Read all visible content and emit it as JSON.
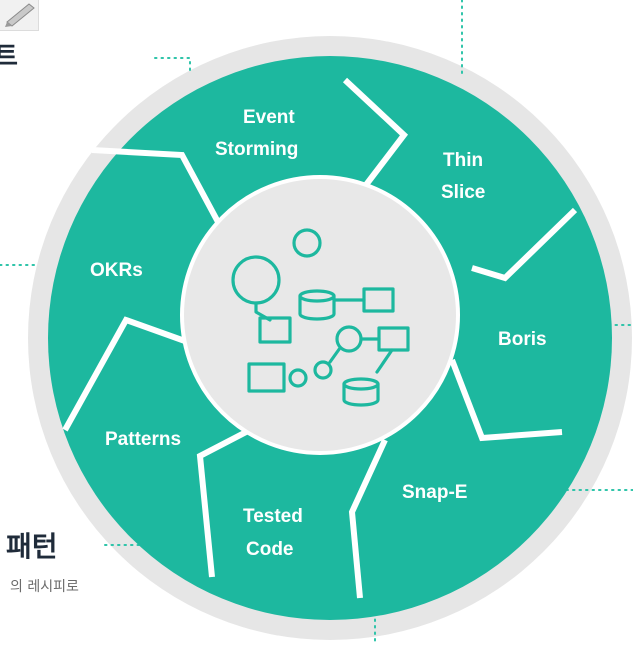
{
  "segments": [
    {
      "id": "event-storming",
      "lines": [
        "Event",
        "Storming"
      ]
    },
    {
      "id": "thin-slice",
      "lines": [
        "Thin",
        "Slice"
      ]
    },
    {
      "id": "boris",
      "lines": [
        "Boris"
      ]
    },
    {
      "id": "snap-e",
      "lines": [
        "Snap-E"
      ]
    },
    {
      "id": "tested-code",
      "lines": [
        "Tested",
        "Code"
      ]
    },
    {
      "id": "patterns",
      "lines": [
        "Patterns"
      ]
    },
    {
      "id": "okrs",
      "lines": [
        "OKRs"
      ]
    }
  ],
  "fragments": {
    "top_left_char": "트",
    "bottom_left_title": "패턴",
    "bottom_left_sub": "의 레시피로"
  },
  "colors": {
    "teal": "#1db89f",
    "outer_ring": "#e6e6e6",
    "center": "#e8e8e8",
    "separator": "#ffffff",
    "dots": "#2ec4a9"
  },
  "center_icon": "architecture-diagram-icon"
}
